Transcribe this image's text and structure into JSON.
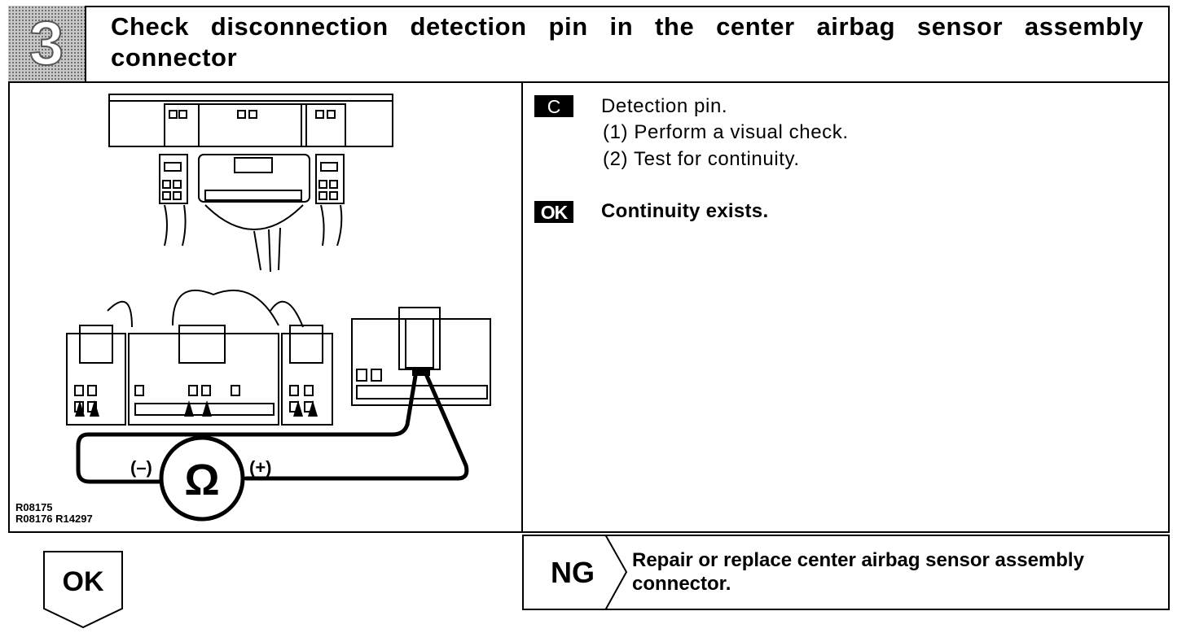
{
  "step": {
    "number": "3",
    "title": "Check disconnection detection pin in the center airbag sensor assembly connector"
  },
  "diagram": {
    "ohmmeter_symbol": "Ω",
    "negative_label": "(–)",
    "positive_label": "(+)",
    "reference_codes": [
      "R08175",
      "R08176 R14297"
    ]
  },
  "condition": {
    "badge": "C",
    "title": "Detection pin.",
    "steps": [
      "(1) Perform a visual check.",
      "(2) Test for continuity."
    ]
  },
  "result": {
    "badge": "OK",
    "text": "Continuity exists."
  },
  "ng": {
    "label": "NG",
    "action_lines": [
      "Repair or replace center airbag sensor assembly",
      "connector."
    ]
  },
  "ok_tag": {
    "label": "OK"
  }
}
